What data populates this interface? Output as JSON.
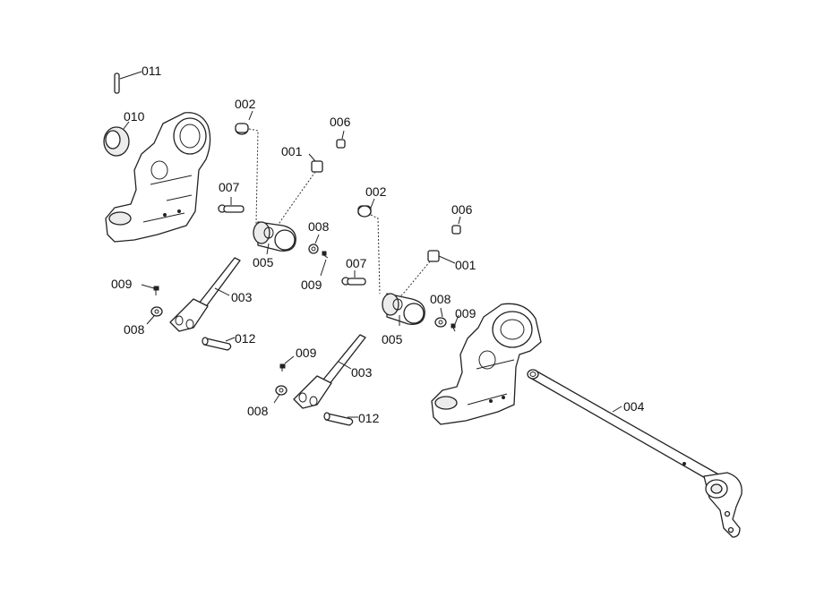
{
  "labels": {
    "l011": "011",
    "l010": "010",
    "l002a": "002",
    "l006a": "006",
    "l001a": "001",
    "l007a": "007",
    "l008a": "008",
    "l005a": "005",
    "l009a": "009",
    "l003a": "003",
    "l008b": "008",
    "l012a": "012",
    "l002b": "002",
    "l006b": "006",
    "l001b": "001",
    "l007b": "007",
    "l009b": "009",
    "l008c": "008",
    "l009c": "009",
    "l005b": "005",
    "l009d": "009",
    "l003b": "003",
    "l008d": "008",
    "l012b": "012",
    "l004": "004"
  }
}
